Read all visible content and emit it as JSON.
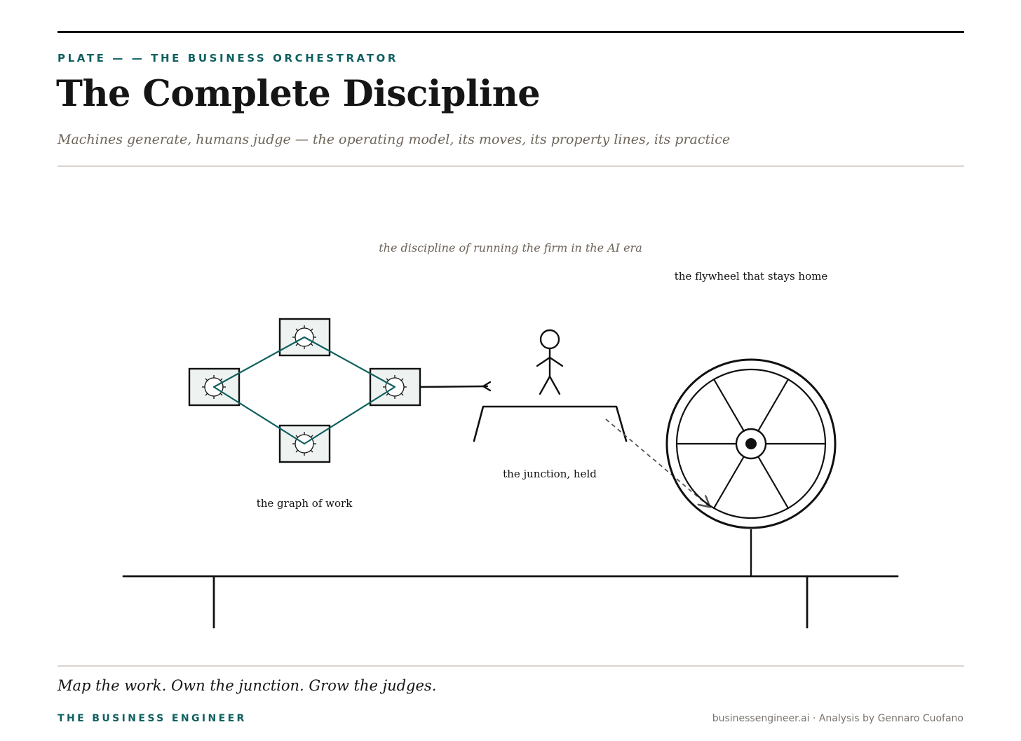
{
  "header": {
    "kicker": "PLATE — — THE BUSINESS ORCHESTRATOR",
    "title": "The Complete Discipline",
    "subtitle": "Machines generate, humans judge — the operating model, its moves, its property lines, its practice"
  },
  "diagram": {
    "caption": "the discipline of running the firm in the AI era",
    "graph_label": "the graph of work",
    "junction_label": "the junction, held",
    "flywheel_label": "the flywheel that stays home",
    "graph_node_icon": "gear-icon",
    "figure_icon": "person-icon",
    "flywheel_icon": "wheel-icon"
  },
  "footer": {
    "tagline": "Map the work. Own the junction. Grow the judges.",
    "brand": "THE BUSINESS ENGINEER",
    "credit": "businessengineer.ai · Analysis by Gennaro Cuofano"
  },
  "colors": {
    "accent": "#0f6060",
    "ink": "#111111",
    "muted": "#6d6559",
    "rule": "#ddd4cc",
    "node_fill": "#eef3f2"
  }
}
